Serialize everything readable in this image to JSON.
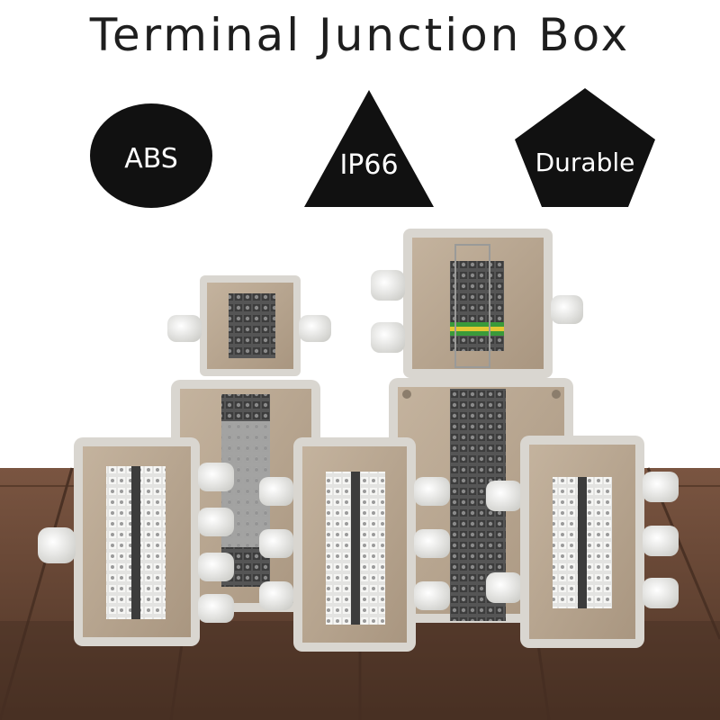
{
  "title": "Terminal Junction Box",
  "badges": [
    {
      "label": "ABS",
      "shape": "circle"
    },
    {
      "label": "IP66",
      "shape": "triangle"
    },
    {
      "label": "Durable",
      "shape": "pentagon"
    }
  ],
  "colors": {
    "badge": "#111111",
    "badge_text": "#ffffff",
    "wood": "#6b4a37",
    "box_shell": "#d9d6d0",
    "box_inner": "#b7a690",
    "terminal_dark": "#4a4a4a",
    "terminal_light": "#e8e8e6",
    "gland": "#eeeeec",
    "ground_green": "#3a9a3a",
    "ground_yellow": "#e2c833"
  }
}
